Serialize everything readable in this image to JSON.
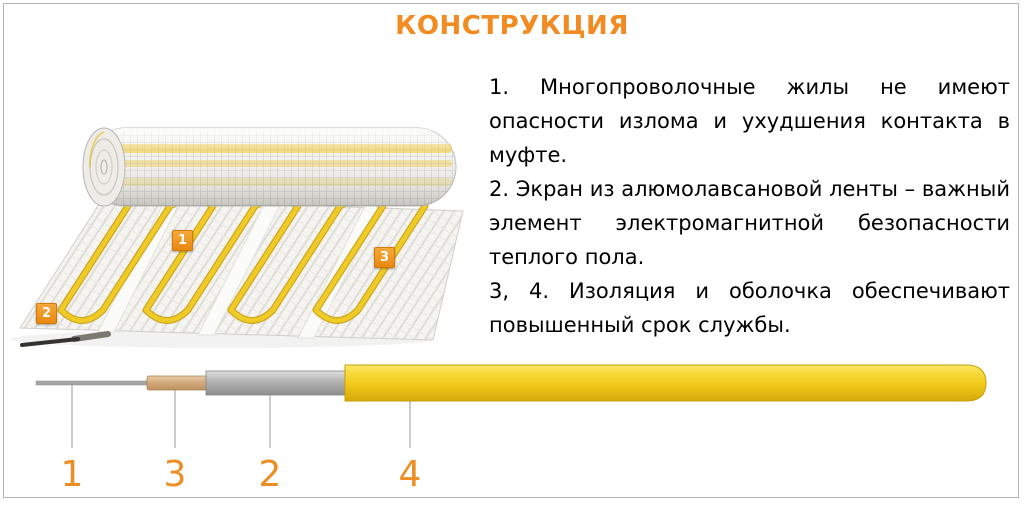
{
  "title": "КОНСТРУКЦИЯ",
  "colors": {
    "accent": "#F28B22",
    "cable_yellow": "#F2CE1B",
    "cable_screen_gray": "#B0B0B0",
    "cable_insulation_tan": "#D5AE85",
    "text": "#000000"
  },
  "description": {
    "item1": "1.  Многопроволочные жилы не имеют опасности излома и ухудшения контакта в муфте.",
    "item2": "2.  Экран из алюмолавсановой ленты – важный элемент электромагнитной безопасности теплого пола.",
    "item3": "3, 4. Изоляция и оболочка обеспечивают повышенный срок службы."
  },
  "mat": {
    "badge1": "1",
    "badge2": "2",
    "badge3": "3"
  },
  "cable": {
    "label_core": "1",
    "label_insulation": "3",
    "label_screen": "2",
    "label_sheath": "4"
  }
}
